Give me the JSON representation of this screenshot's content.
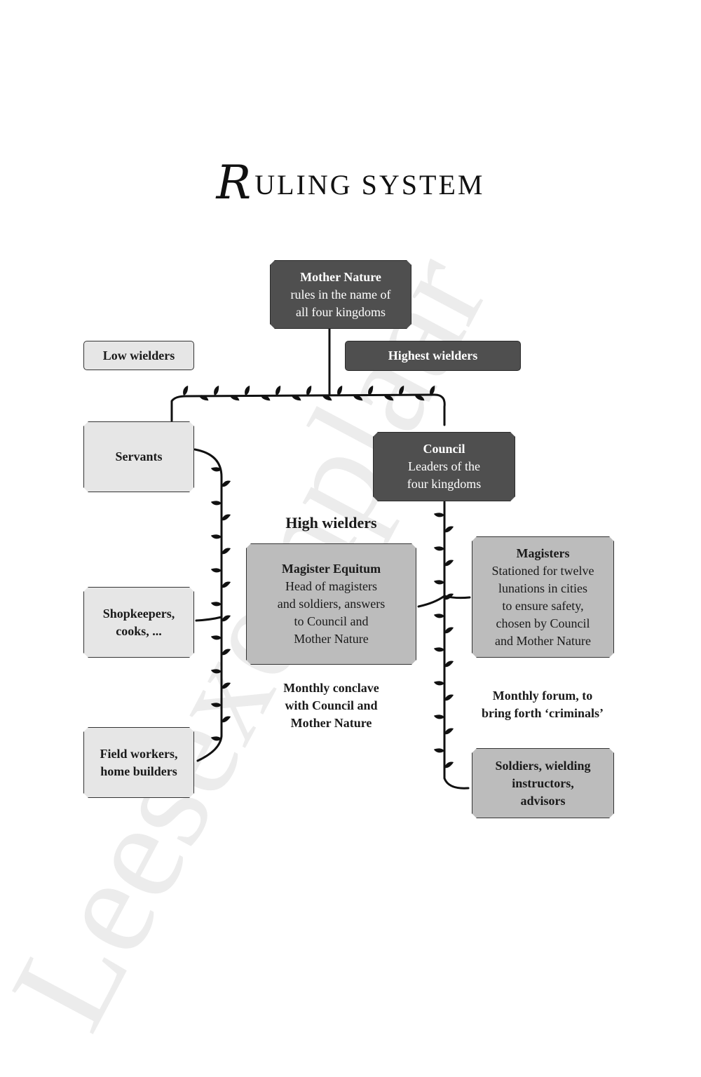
{
  "title": {
    "initial": "R",
    "rest": "ULING SYSTEM"
  },
  "watermark": "Leesexemplaar",
  "top_box": {
    "line1": "Mother Nature",
    "line2": "rules in the name of",
    "line3": "all four kingdoms"
  },
  "legend": {
    "low": "Low wielders",
    "highest": "Highest wielders"
  },
  "council": {
    "line1": "Council",
    "line2": "Leaders of the",
    "line3": "four kingdoms"
  },
  "low_chain": {
    "servants": "Servants",
    "shopkeepers_1": "Shopkeepers,",
    "shopkeepers_2": "cooks, ...",
    "field_1": "Field workers,",
    "field_2": "home builders"
  },
  "high_wielders": {
    "heading": "High wielders",
    "equitum": {
      "line1": "Magister Equitum",
      "line2": "Head of magisters",
      "line3": "and soldiers, answers",
      "line4": "to Council and",
      "line5": "Mother Nature"
    },
    "conclave": {
      "line1": "Monthly conclave",
      "line2": "with Council and",
      "line3": "Mother Nature"
    }
  },
  "magisters": {
    "line1": "Magisters",
    "line2": "Stationed for twelve",
    "line3": "lunations in cities",
    "line4": "to ensure safety,",
    "line5": "chosen by Council",
    "line6": "and Mother Nature"
  },
  "forum": {
    "line1": "Monthly forum, to",
    "line2": "bring forth ‘criminals’"
  },
  "soldiers": {
    "line1": "Soldiers, wielding",
    "line2": "instructors,",
    "line3": "advisors"
  },
  "colors": {
    "highest": "#4f4f4f",
    "high": "#bcbcbc",
    "low": "#e6e6e6"
  }
}
